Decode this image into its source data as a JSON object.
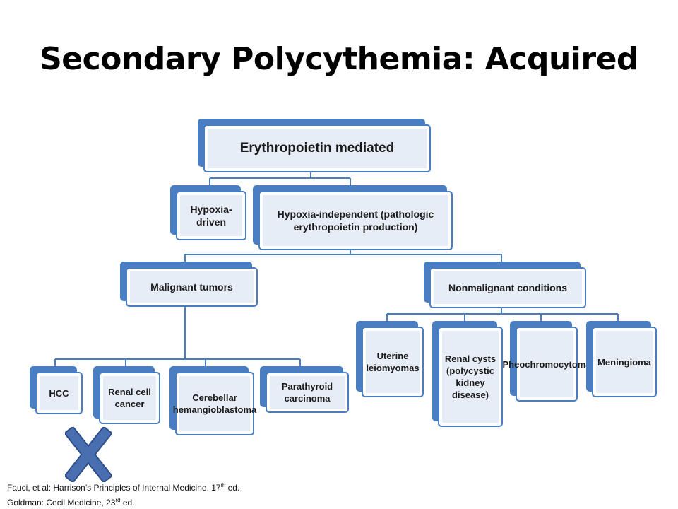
{
  "slide": {
    "title": "Secondary Polycythemia: Acquired"
  },
  "tree": {
    "root": "Erythropoietin mediated",
    "level2": {
      "left": "Hypoxia-driven",
      "right": "Hypoxia-independent (pathologic erythropoietin production)"
    },
    "level3": {
      "left": "Malignant tumors",
      "right": "Nonmalignant conditions"
    },
    "malignant": [
      "HCC",
      "Renal cell cancer",
      "Cerebellar hemangioblastoma",
      "Parathyroid carcinoma"
    ],
    "nonmalignant": [
      "Uterine leiomyomas",
      "Renal cysts (polycystic kidney disease)",
      "Pheochromocytoma",
      "Meningioma"
    ]
  },
  "colors": {
    "node_border": "#4a7ec2",
    "node_fill": "#e7edf6",
    "x_mark": "#4a6fb0"
  },
  "x_mark_icon": "x-mark-icon",
  "references": {
    "line1_main": "Fauci, et al:  Harrison’s Principles of Internal Medicine, 17",
    "line1_sup": "th",
    "line1_end": " ed.",
    "line2_main": "Goldman:  Cecil Medicine, 23",
    "line2_sup": "rd",
    "line2_end": " ed."
  }
}
